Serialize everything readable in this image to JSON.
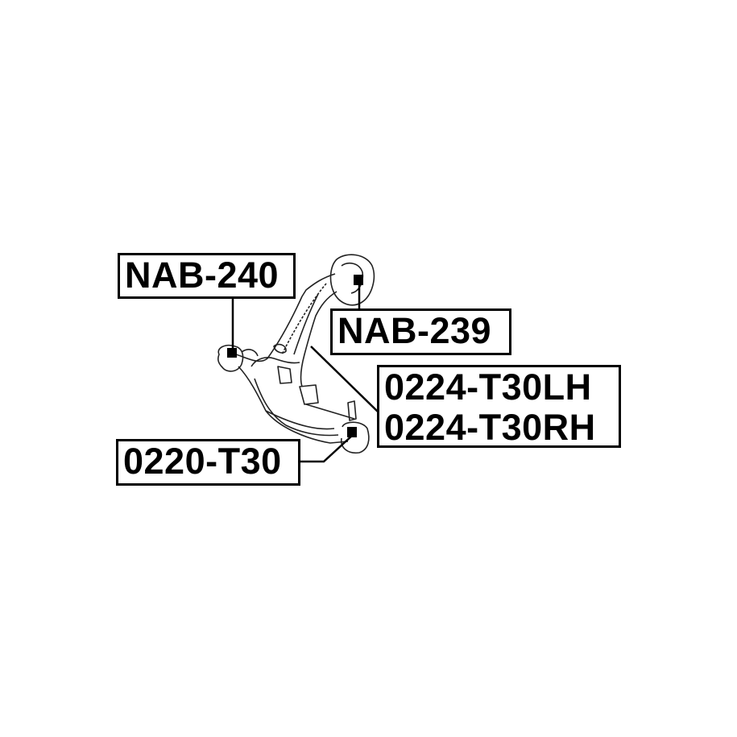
{
  "diagram": {
    "parts": [
      {
        "id": "nab-240",
        "label": "NAB-240"
      },
      {
        "id": "nab-239",
        "label": "NAB-239"
      },
      {
        "id": "arm-lh",
        "label": "0224-T30LH"
      },
      {
        "id": "arm-rh",
        "label": "0224-T30RH"
      },
      {
        "id": "ball-joint",
        "label": "0220-T30"
      }
    ]
  }
}
